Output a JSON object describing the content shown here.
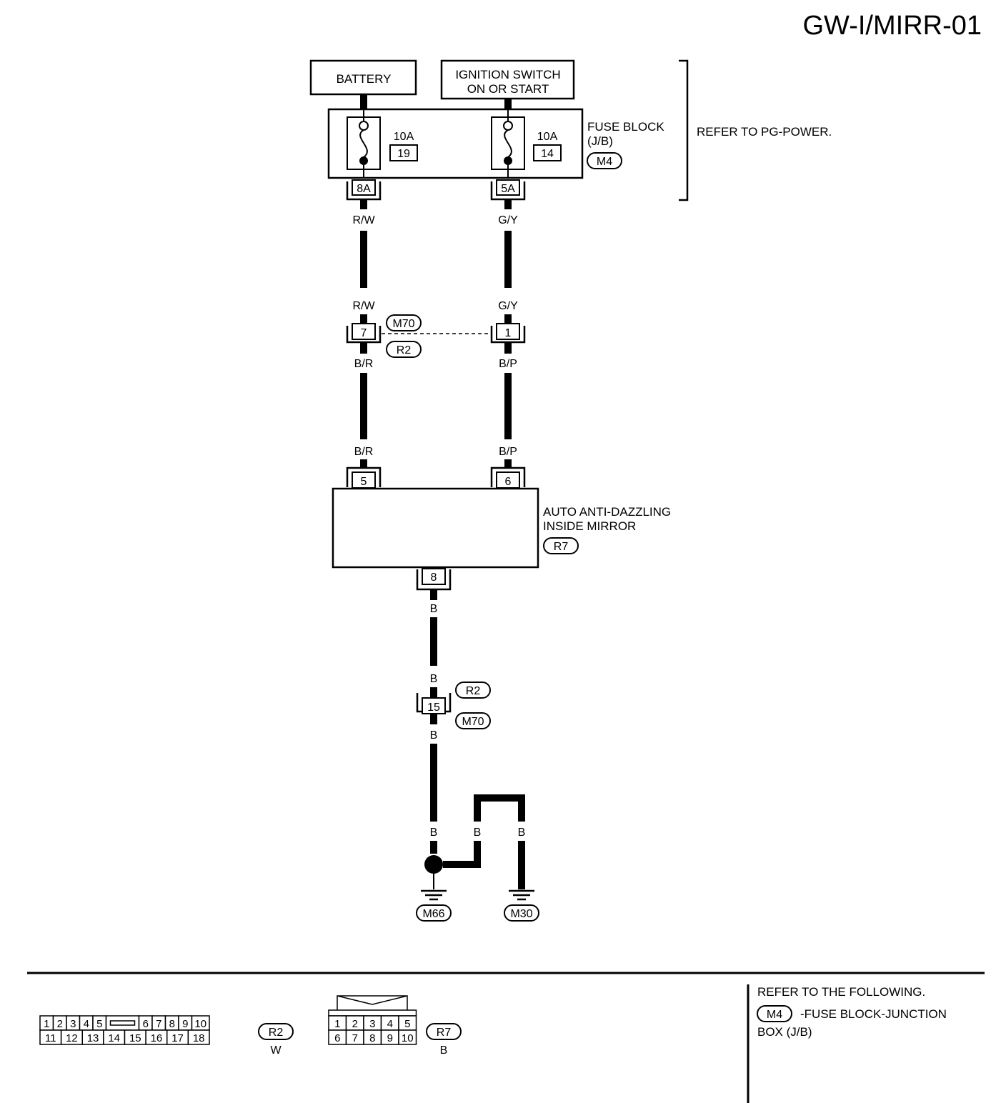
{
  "page_title": "GW-I/MIRR-01",
  "battery_label": "BATTERY",
  "ignition_label": [
    "IGNITION SWITCH",
    "ON OR START"
  ],
  "fuse_block": {
    "label": [
      "FUSE BLOCK",
      "(J/B)"
    ],
    "connector": "M4",
    "refer_text": "REFER TO PG-POWER.",
    "fuses": [
      {
        "amp": "10A",
        "number": "19",
        "terminal": "8A"
      },
      {
        "amp": "10A",
        "number": "14",
        "terminal": "5A"
      }
    ]
  },
  "wires": {
    "left_top": "R/W",
    "left_top_2": "R/W",
    "right_top": "G/Y",
    "right_top_2": "G/Y",
    "left_mid": "B/R",
    "left_mid_2": "B/R",
    "right_mid": "B/P",
    "right_mid_2": "B/P",
    "ground_1": "B",
    "ground_2": "B",
    "ground_3": "B",
    "ground_4": "B",
    "ground_5": "B",
    "ground_6": "B"
  },
  "junction_1": {
    "pin_left": "7",
    "pin_right": "1",
    "connector_a": "M70",
    "connector_b": "R2"
  },
  "mirror": {
    "label": [
      "AUTO ANTI-DAZZLING",
      "INSIDE MIRROR"
    ],
    "connector": "R7",
    "pin_left": "5",
    "pin_right": "6",
    "pin_bottom": "8"
  },
  "junction_2": {
    "pin": "15",
    "connector_a": "R2",
    "connector_b": "M70"
  },
  "grounds": [
    "M66",
    "M30"
  ],
  "footer": {
    "connector_r2": {
      "label": "R2",
      "color": "W",
      "top_row": [
        "1",
        "2",
        "3",
        "4",
        "5",
        "6",
        "7",
        "8",
        "9",
        "10"
      ],
      "bottom_row": [
        "11",
        "12",
        "13",
        "14",
        "15",
        "16",
        "17",
        "18"
      ]
    },
    "connector_r7": {
      "label": "R7",
      "color": "B",
      "top_row": [
        "1",
        "2",
        "3",
        "4",
        "5"
      ],
      "bottom_row": [
        "6",
        "7",
        "8",
        "9",
        "10"
      ]
    },
    "refer_heading": "REFER TO THE FOLLOWING.",
    "refer_connector": "M4",
    "refer_desc": [
      "-FUSE BLOCK-JUNCTION",
      "BOX (J/B)"
    ]
  }
}
